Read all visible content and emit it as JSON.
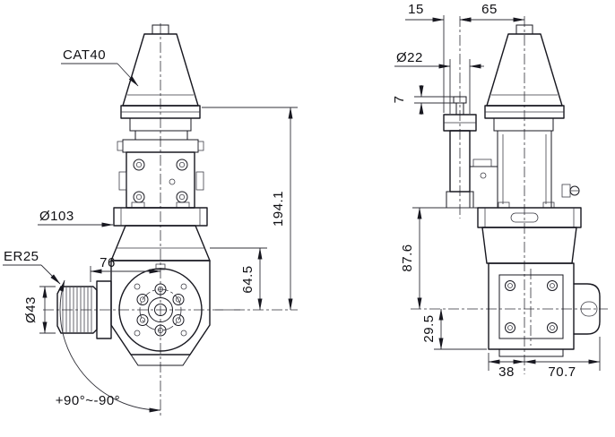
{
  "front_view": {
    "taper_label": "CAT40",
    "flange_diameter": "Ø103",
    "nose_to_center": "76",
    "collet_label": "ER25",
    "collet_diameter": "Ø43",
    "swivel_range": "+90°~-90°",
    "overall_height": "194.1",
    "center_height": "64.5"
  },
  "side_view": {
    "nose_offset": "15",
    "axis_offset": "65",
    "spindle_diameter": "Ø22",
    "nose_step": "7",
    "body_height": "87.6",
    "lower_height": "29.5",
    "front_width": "38",
    "rear_width": "70.7"
  }
}
